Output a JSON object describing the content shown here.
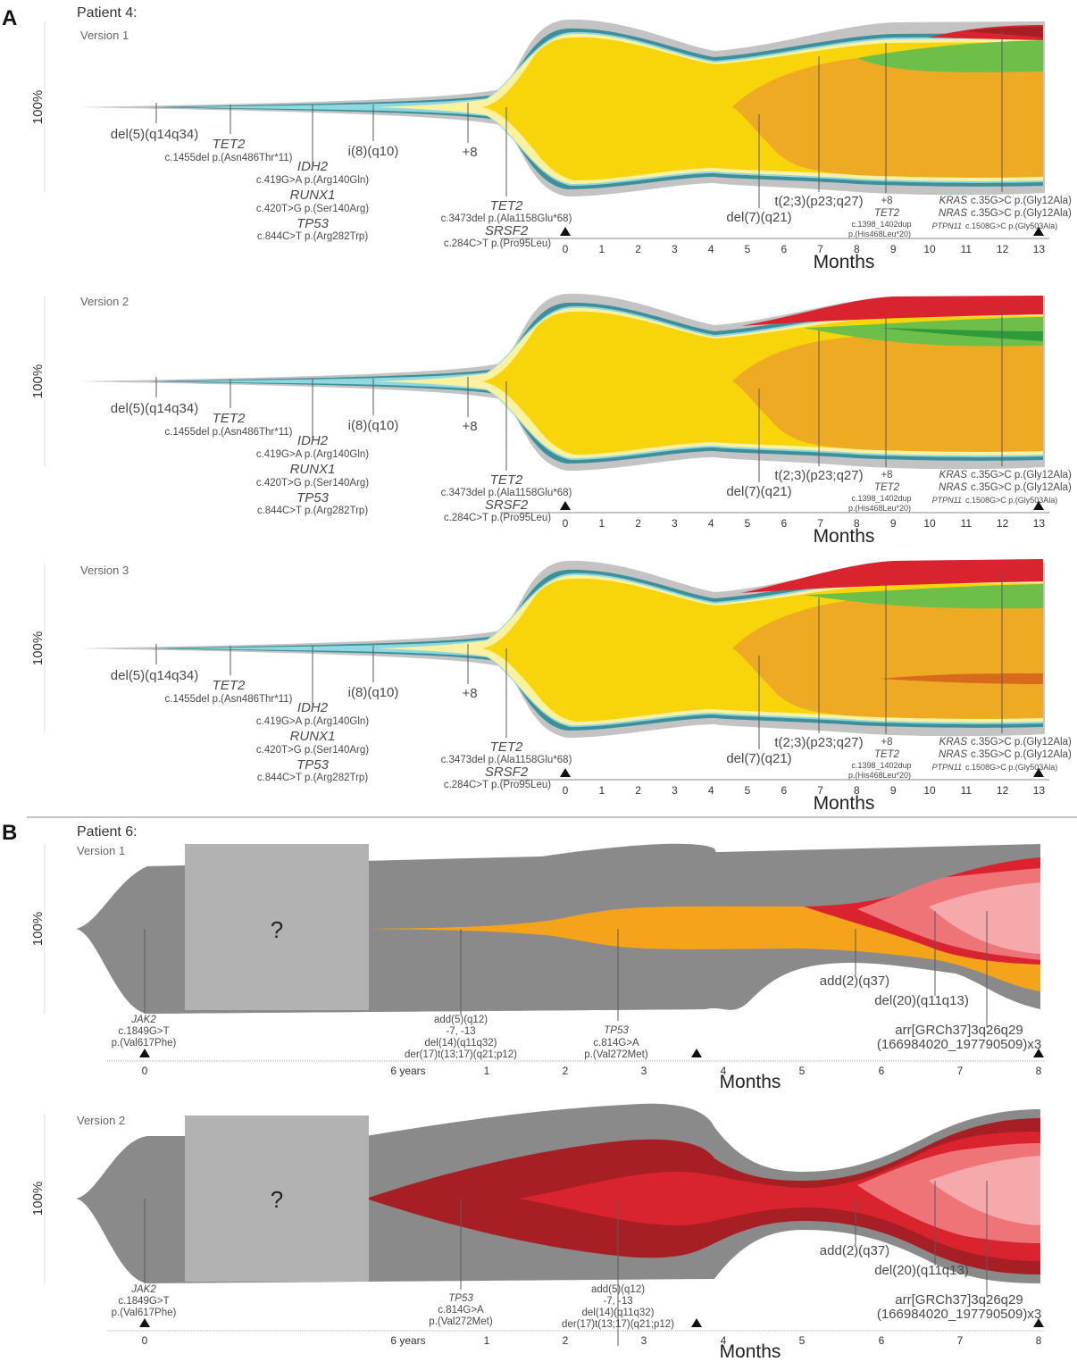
{
  "panelA": {
    "letter": "A",
    "patient": "Patient 4:",
    "y_label": "100%",
    "x_title": "Months",
    "ticks": [
      "0",
      "1",
      "2",
      "3",
      "4",
      "5",
      "6",
      "7",
      "8",
      "9",
      "10",
      "11",
      "12",
      "13"
    ],
    "versions": [
      "Version 1",
      "Version 2",
      "Version 3"
    ],
    "ann": {
      "del5": "del(5)(q14q34)",
      "tet2_gene": "TET2",
      "tet2_var": "c.1455del p.(Asn486Thr*11)",
      "i8": "i(8)(q10)",
      "idh2_gene": "IDH2",
      "idh2_var": "c.419G>A p.(Arg140Gln)",
      "runx1_gene": "RUNX1",
      "runx1_var": "c.420T>G p.(Ser140Arg)",
      "tp53_gene": "TP53",
      "tp53_var": "c.844C>T p.(Arg282Trp)",
      "plus8": "+8",
      "tet2b_gene": "TET2",
      "tet2b_var": "c.3473del p.(Ala1158Glu*68)",
      "srsf2_gene": "SRSF2",
      "srsf2_var": "c.284C>T p.(Pro95Leu)",
      "del7": "del(7)(q21)",
      "t23": "t(2;3)(p23;q27)",
      "plus8b": "+8",
      "tet2c_gene": "TET2",
      "tet2c_var1": "c.1398_1402dup",
      "tet2c_var2": "p.(His468Leu*20)",
      "kras_gene": "KRAS",
      "kras_var": "c.35G>C p.(Gly12Ala)",
      "nras_gene": "NRAS",
      "nras_var": "c.35G>C p.(Gly12Ala)",
      "ptpn11_gene": "PTPN11",
      "ptpn11_var": "c.1508G>C p.(Gly503Ala)"
    }
  },
  "panelB": {
    "letter": "B",
    "patient": "Patient 6:",
    "y_label": "100%",
    "x_title": "Months",
    "ticks": [
      "0",
      "6 years",
      "1",
      "2",
      "3",
      "4",
      "5",
      "6",
      "7",
      "8"
    ],
    "versions": [
      "Version 1",
      "Version 2"
    ],
    "unknown": "?",
    "ann": {
      "jak2_gene": "JAK2",
      "jak2_var1": "c.1849G>T",
      "jak2_var2": "p.(Val617Phe)",
      "cyto1": "add(5)(q12)",
      "cyto2": "-7, -13",
      "cyto3": "del(14)(q11q32)",
      "cyto4": "der(17)t(13;17)(q21;p12)",
      "tp53_gene": "TP53",
      "tp53_var1": "c.814G>A",
      "tp53_var2": "p.(Val272Met)",
      "add2": "add(2)(q37)",
      "del20": "del(20)(q11q13)",
      "arr1": "arr[GRCh37]3q26q29",
      "arr2": "(166984020_197790509)x3"
    }
  },
  "colors": {
    "gray_light": "#bdbdbd",
    "gray_dark": "#8a8a8a",
    "teal": "#3f8f9a",
    "cyan": "#8ed8e0",
    "cream": "#fbf1a0",
    "yellow": "#f8d40a",
    "amber": "#eeaa22",
    "green": "#6cc04a",
    "dark_green": "#2f9a3c",
    "red": "#d9232e",
    "dark_red": "#a51f25",
    "orange": "#f5a31b",
    "pink": "#ee7478",
    "light_pink": "#f6a9aa",
    "unknown_box": "#b2b2b2"
  }
}
